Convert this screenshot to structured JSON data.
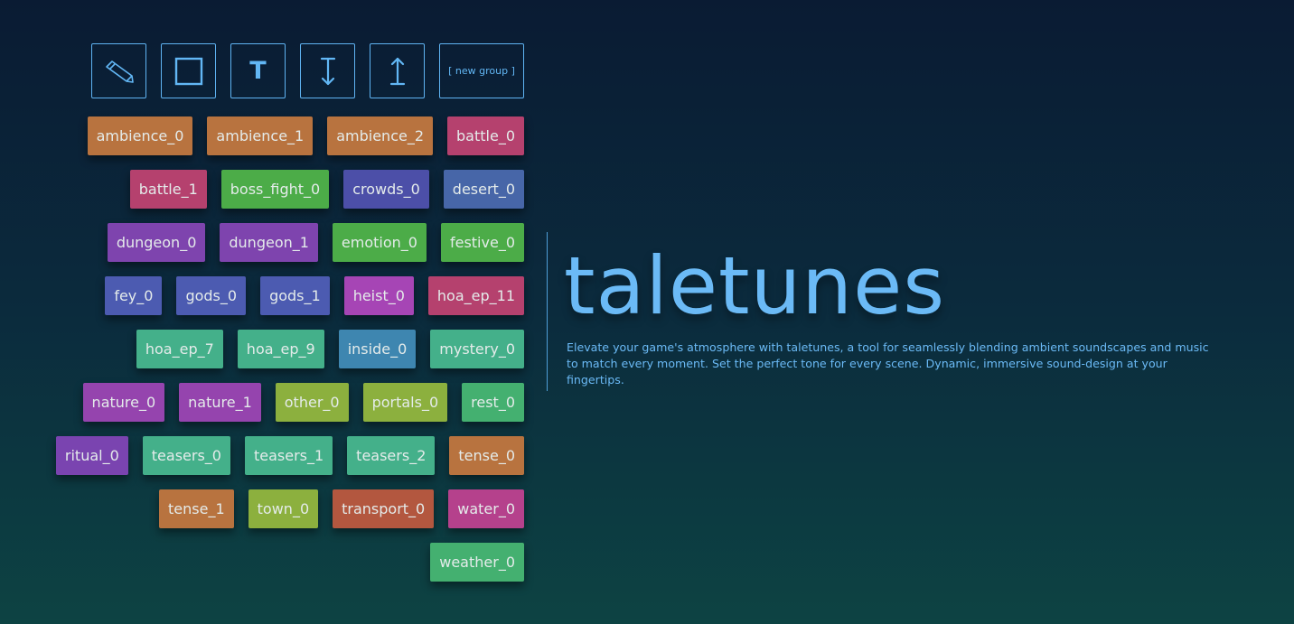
{
  "toolbar": {
    "buttons": [
      {
        "name": "pencil-button",
        "icon": "pencil-icon"
      },
      {
        "name": "square-button",
        "icon": "square-icon"
      },
      {
        "name": "text-button",
        "icon": "text-icon",
        "label": "T"
      },
      {
        "name": "expand-down-button",
        "icon": "arrow-down-bar-icon"
      },
      {
        "name": "expand-up-button",
        "icon": "arrow-up-bar-icon"
      }
    ],
    "new_group_label": "[ new group ]"
  },
  "tag_rows": [
    [
      {
        "label": "ambience_0",
        "color": "#b8733f"
      },
      {
        "label": "ambience_1",
        "color": "#b8733f"
      },
      {
        "label": "ambience_2",
        "color": "#b8733f"
      },
      {
        "label": "battle_0",
        "color": "#b5416e"
      }
    ],
    [
      {
        "label": "battle_1",
        "color": "#b5416e"
      },
      {
        "label": "boss_fight_0",
        "color": "#4cac48"
      },
      {
        "label": "crowds_0",
        "color": "#4c4fa8"
      },
      {
        "label": "desert_0",
        "color": "#4766a8"
      }
    ],
    [
      {
        "label": "dungeon_0",
        "color": "#7e44ae"
      },
      {
        "label": "dungeon_1",
        "color": "#7e44ae"
      },
      {
        "label": "emotion_0",
        "color": "#4cac48"
      },
      {
        "label": "festive_0",
        "color": "#4cac48"
      }
    ],
    [
      {
        "label": "fey_0",
        "color": "#4c5bb1"
      },
      {
        "label": "gods_0",
        "color": "#4c5bb1"
      },
      {
        "label": "gods_1",
        "color": "#4c5bb1"
      },
      {
        "label": "heist_0",
        "color": "#a645b5"
      },
      {
        "label": "hoa_ep_11",
        "color": "#b5416e"
      }
    ],
    [
      {
        "label": "hoa_ep_7",
        "color": "#44b08a"
      },
      {
        "label": "hoa_ep_9",
        "color": "#44b08a"
      },
      {
        "label": "inside_0",
        "color": "#3e86b0"
      },
      {
        "label": "mystery_0",
        "color": "#44b08a"
      }
    ],
    [
      {
        "label": "nature_0",
        "color": "#9544ae"
      },
      {
        "label": "nature_1",
        "color": "#9544ae"
      },
      {
        "label": "other_0",
        "color": "#8cb03e"
      },
      {
        "label": "portals_0",
        "color": "#8cb03e"
      },
      {
        "label": "rest_0",
        "color": "#44b070"
      }
    ],
    [
      {
        "label": "ritual_0",
        "color": "#7a44b0"
      },
      {
        "label": "teasers_0",
        "color": "#44b08a"
      },
      {
        "label": "teasers_1",
        "color": "#44b08a"
      },
      {
        "label": "teasers_2",
        "color": "#44b08a"
      },
      {
        "label": "tense_0",
        "color": "#b8733f"
      }
    ],
    [
      {
        "label": "tense_1",
        "color": "#b8733f"
      },
      {
        "label": "town_0",
        "color": "#8cb03e"
      },
      {
        "label": "transport_0",
        "color": "#b3573f"
      },
      {
        "label": "water_0",
        "color": "#b5418c"
      }
    ],
    [
      {
        "label": "weather_0",
        "color": "#44b070"
      }
    ]
  ],
  "brand": {
    "title": "taletunes",
    "tagline": "Elevate your game's atmosphere with taletunes, a tool for seamlessly blending ambient soundscapes and music to match every moment. Set the perfect tone for every scene. Dynamic, immersive sound-design at your fingertips."
  },
  "colors": {
    "accent": "#62b7f5",
    "background_top": "#0a1b33",
    "background_bottom": "#0d4343"
  }
}
